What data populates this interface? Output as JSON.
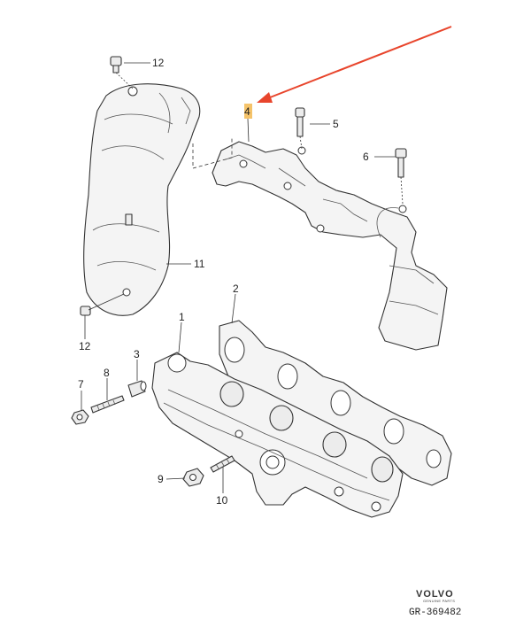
{
  "callouts": {
    "c1": "1",
    "c2": "2",
    "c3": "3",
    "c4": "4",
    "c5": "5",
    "c6": "6",
    "c7": "7",
    "c8": "8",
    "c9": "9",
    "c10": "10",
    "c11": "11",
    "c12a": "12",
    "c12b": "12"
  },
  "logo": {
    "brand": "VOLVO",
    "tagline": "GENUINE PARTS"
  },
  "reference": "GR-369482",
  "colors": {
    "arrow": "#e8452c",
    "highlight": "#f5c36a",
    "ink": "#333333"
  }
}
